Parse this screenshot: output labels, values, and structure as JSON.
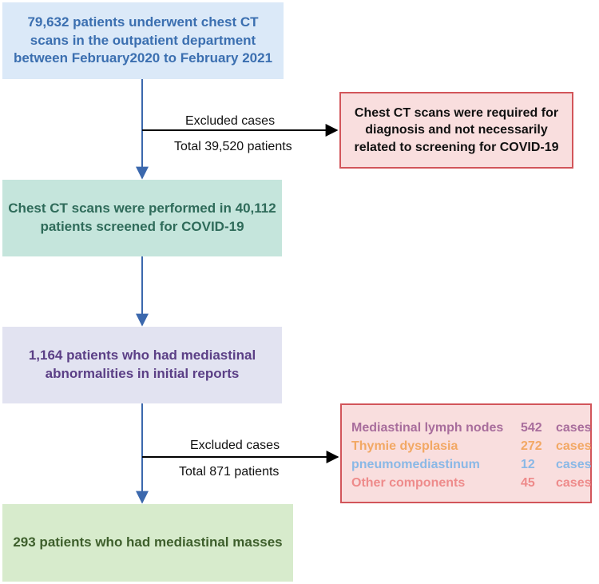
{
  "steps": {
    "step1": "79,632 patients underwent chest CT scans in the outpatient department between February2020 to February 2021",
    "step2": "Chest CT scans were performed in 40,112 patients screened for COVID-19",
    "step3": "1,164 patients who had mediastinal abnormalities in initial reports",
    "step4": "293 patients who had mediastinal masses"
  },
  "exclusion1": {
    "label": "Excluded cases",
    "total": "Total 39,520 patients",
    "box_text": "Chest CT scans were required for diagnosis and not necessarily related to screening for COVID-19"
  },
  "exclusion2": {
    "label": "Excluded cases",
    "total": "Total 871 patients",
    "components": [
      {
        "name": "Mediastinal lymph nodes",
        "count": "542",
        "unit": "cases",
        "color": "#a86d9c"
      },
      {
        "name": "Thymie dysplasia",
        "count": "272",
        "unit": "cases",
        "color": "#f2a864"
      },
      {
        "name": "pneumomediastinum",
        "count": "12",
        "unit": "cases",
        "color": "#8ab8e6"
      },
      {
        "name": "Other components",
        "count": "45",
        "unit": "cases",
        "color": "#ee8b8b"
      }
    ]
  },
  "colors": {
    "arrow_main": "#3b68ad",
    "arrow_side": "#000000",
    "box_border": "#d2555a"
  }
}
